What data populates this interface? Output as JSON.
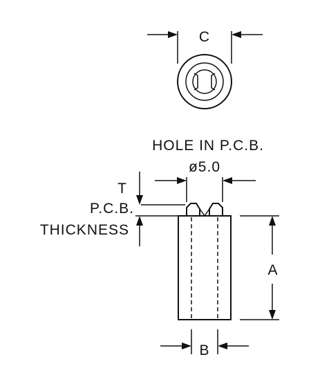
{
  "labels": {
    "c": "C",
    "hole_line1": "HOLE IN P.C.B.",
    "hole_dia": "ø5.0",
    "t": "T",
    "pcb": "P.C.B.",
    "thickness": "THICKNESS",
    "a": "A",
    "b": "B"
  }
}
